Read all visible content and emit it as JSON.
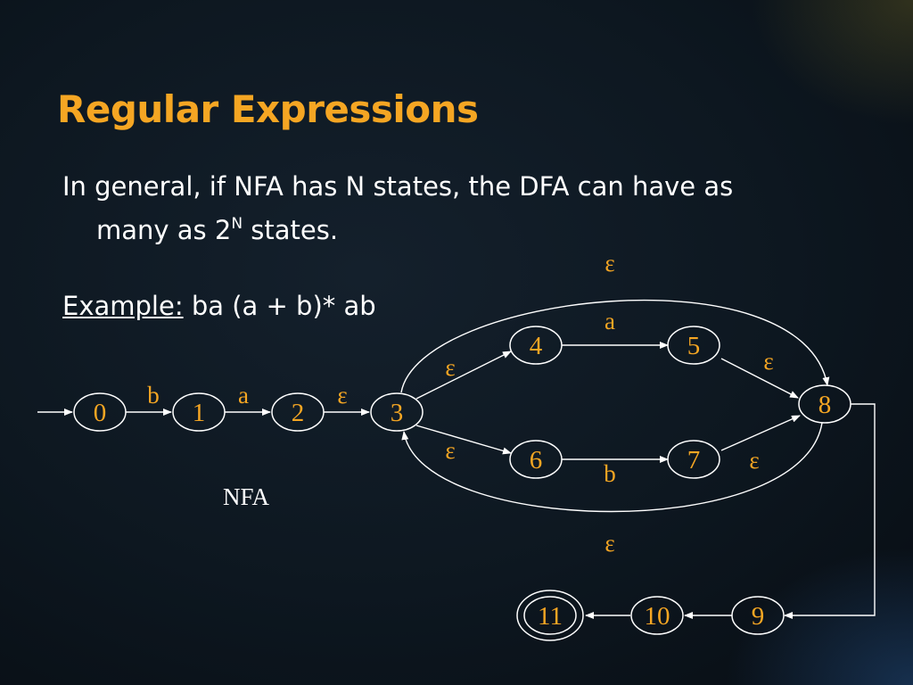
{
  "slide": {
    "title": "Regular Expressions",
    "bullet_line1": "In general, if NFA has N states, the DFA can have as",
    "bullet_line2_pre": "many as 2",
    "bullet_sup": "N",
    "bullet_line2_post": " states.",
    "example_label": "Example:",
    "example_expr": "ba (a + b)* ab"
  },
  "diagram": {
    "caption": "NFA",
    "states": [
      {
        "id": "0",
        "accepting": false
      },
      {
        "id": "1",
        "accepting": false
      },
      {
        "id": "2",
        "accepting": false
      },
      {
        "id": "3",
        "accepting": false
      },
      {
        "id": "4",
        "accepting": false
      },
      {
        "id": "5",
        "accepting": false
      },
      {
        "id": "6",
        "accepting": false
      },
      {
        "id": "7",
        "accepting": false
      },
      {
        "id": "8",
        "accepting": false
      },
      {
        "id": "9",
        "accepting": false
      },
      {
        "id": "10",
        "accepting": false
      },
      {
        "id": "11",
        "accepting": true
      }
    ],
    "transitions": [
      {
        "from": "start",
        "to": "0",
        "label": ""
      },
      {
        "from": "0",
        "to": "1",
        "label": "b"
      },
      {
        "from": "1",
        "to": "2",
        "label": "a"
      },
      {
        "from": "2",
        "to": "3",
        "label": "ε"
      },
      {
        "from": "3",
        "to": "4",
        "label": "ε"
      },
      {
        "from": "3",
        "to": "6",
        "label": "ε"
      },
      {
        "from": "4",
        "to": "5",
        "label": "a"
      },
      {
        "from": "6",
        "to": "7",
        "label": "b"
      },
      {
        "from": "5",
        "to": "8",
        "label": "ε"
      },
      {
        "from": "7",
        "to": "8",
        "label": "ε"
      },
      {
        "from": "3",
        "to": "8",
        "label": "ε"
      },
      {
        "from": "8",
        "to": "3",
        "label": "ε"
      },
      {
        "from": "8",
        "to": "9",
        "label": ""
      },
      {
        "from": "9",
        "to": "10",
        "label": ""
      },
      {
        "from": "10",
        "to": "11",
        "label": ""
      }
    ]
  }
}
